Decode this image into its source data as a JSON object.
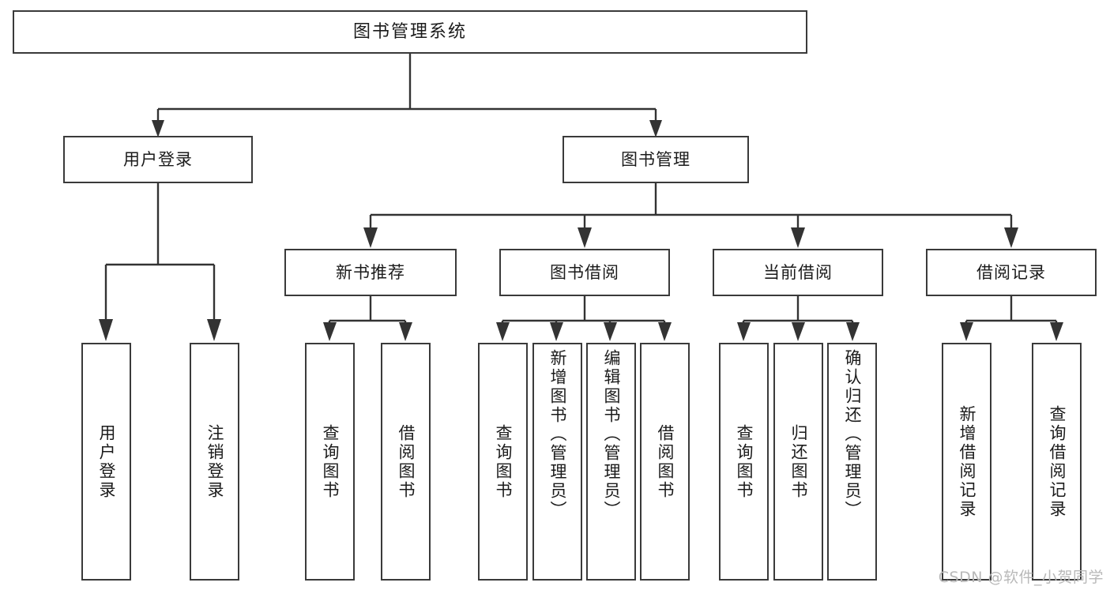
{
  "diagram": {
    "title": "图书管理系统",
    "type": "functional-structure-tree",
    "watermark": "CSDN @软件_小贺同学",
    "colors": {
      "background": "#ffffff",
      "box_border": "#3a3a3a",
      "connector": "#333333",
      "text": "#1b1b1b",
      "watermark": "#b9b9b9"
    }
  },
  "root": {
    "label": "图书管理系统"
  },
  "level2": [
    {
      "id": "user-login",
      "label": "用户登录"
    },
    {
      "id": "book-manage",
      "label": "图书管理"
    }
  ],
  "level3": [
    {
      "id": "new-book-recommend",
      "label": "新书推荐"
    },
    {
      "id": "book-borrow",
      "label": "图书借阅"
    },
    {
      "id": "current-borrow",
      "label": "当前借阅"
    },
    {
      "id": "borrow-record",
      "label": "借阅记录"
    }
  ],
  "leaves": {
    "user-login": [
      {
        "id": "leaf-user-login",
        "label": "用户登录"
      },
      {
        "id": "leaf-user-logout",
        "label": "注销登录"
      }
    ],
    "new-book-recommend": [
      {
        "id": "leaf-query-book-1",
        "label": "查询图书"
      },
      {
        "id": "leaf-borrow-book-1",
        "label": "借阅图书"
      }
    ],
    "book-borrow": [
      {
        "id": "leaf-query-book-2",
        "label": "查询图书"
      },
      {
        "id": "leaf-add-book",
        "label": "新增图书（管理员）"
      },
      {
        "id": "leaf-edit-book",
        "label": "编辑图书（管理员）"
      },
      {
        "id": "leaf-borrow-book-2",
        "label": "借阅图书"
      }
    ],
    "current-borrow": [
      {
        "id": "leaf-query-book-3",
        "label": "查询图书"
      },
      {
        "id": "leaf-return-book",
        "label": "归还图书"
      },
      {
        "id": "leaf-confirm-return",
        "label": "确认归还（管理员）"
      }
    ],
    "borrow-record": [
      {
        "id": "leaf-add-record",
        "label": "新增借阅记录"
      },
      {
        "id": "leaf-query-record",
        "label": "查询借阅记录"
      }
    ]
  }
}
